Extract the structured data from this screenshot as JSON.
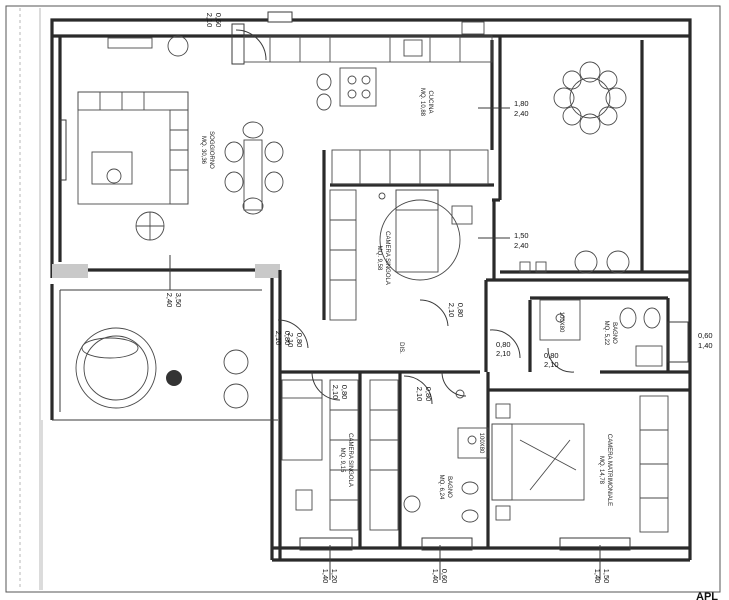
{
  "rooms": {
    "soggiorno": {
      "name": "SOGGIORNO",
      "area": "MQ. 30,36"
    },
    "cucina": {
      "name": "CUCINA",
      "area": "MQ. 10,88"
    },
    "camera_singola_1": {
      "name": "CAMERA SINGOLA",
      "area": "MQ. 9,58"
    },
    "camera_singola_2": {
      "name": "CAMERA SINGOLA",
      "area": "MQ. 9,15"
    },
    "bagno_1": {
      "name": "BAGNO",
      "area": "MQ. 5,22"
    },
    "bagno_2": {
      "name": "BAGNO",
      "area": "MQ. 6,24"
    },
    "camera_matrimoniale": {
      "name": "CAMERA MATRIMONIALE",
      "area": "MQ. 14,78"
    },
    "disimpegno": {
      "name": "DIS."
    }
  },
  "dimensions": {
    "d1": [
      "0,60",
      "2,10"
    ],
    "d2": [
      "1,80",
      "2,40"
    ],
    "d3": [
      "1,50",
      "2,40"
    ],
    "d4": [
      "3,50",
      "2,40"
    ],
    "d5": [
      "0,80",
      "2,10"
    ],
    "d6": [
      "0,80",
      "2,10"
    ],
    "d7": [
      "0,80",
      "2,10"
    ],
    "d8": [
      "0,80",
      "2,10"
    ],
    "d9": [
      "0,60",
      "1,40"
    ],
    "d10": [
      "0,80",
      "2,10"
    ],
    "d11": [
      "0,80",
      "2,10"
    ],
    "d12": [
      "0,80",
      "2,10"
    ],
    "d13": [
      "1,20",
      "1,40"
    ],
    "d14": [
      "0,60",
      "1,40"
    ],
    "d15": [
      "1,50",
      "1,40"
    ]
  },
  "labels": {
    "showers": [
      "100X80",
      "100X80"
    ],
    "corner": "APL"
  }
}
